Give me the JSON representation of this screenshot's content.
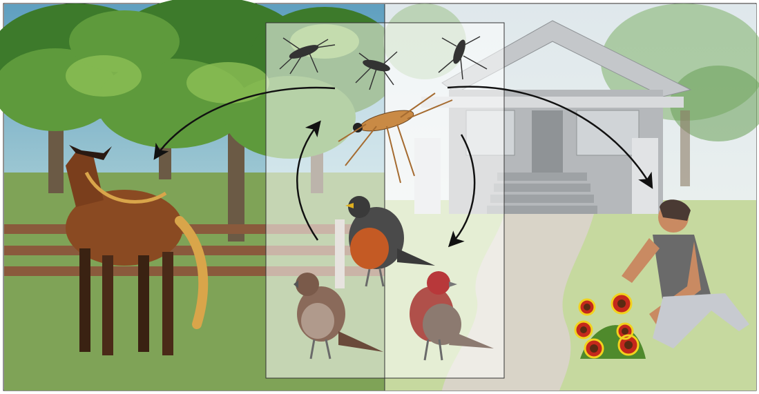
{
  "diagram": {
    "colors": {
      "sky_left": "#6ba7c4",
      "sky_right": "#e8eef0",
      "grass_left": "#7fa357",
      "grass_right": "#c9dca8",
      "foliage_dark": "#3d7a2b",
      "foliage_mid": "#5e9a3c",
      "fence": "#8a5a3c",
      "house": "#b5b8bb",
      "horse": "#8a4a22",
      "arrow": "#111111",
      "panel_fill": "#ffffff"
    },
    "elements": {
      "horse": "horse",
      "house": "house",
      "gardener": "woman-gardening",
      "flowers": "blanket-flowers",
      "mosquitoes": [
        "mosquito",
        "mosquito",
        "mosquito",
        "mosquito-large"
      ],
      "birds": [
        "american-robin",
        "house-sparrow",
        "house-finch"
      ]
    },
    "arrows": [
      {
        "from": "mosquito",
        "to": "horse"
      },
      {
        "from": "mosquito",
        "to": "gardener"
      },
      {
        "from": "mosquito",
        "to": "birds"
      },
      {
        "from": "birds",
        "to": "mosquito"
      }
    ]
  }
}
